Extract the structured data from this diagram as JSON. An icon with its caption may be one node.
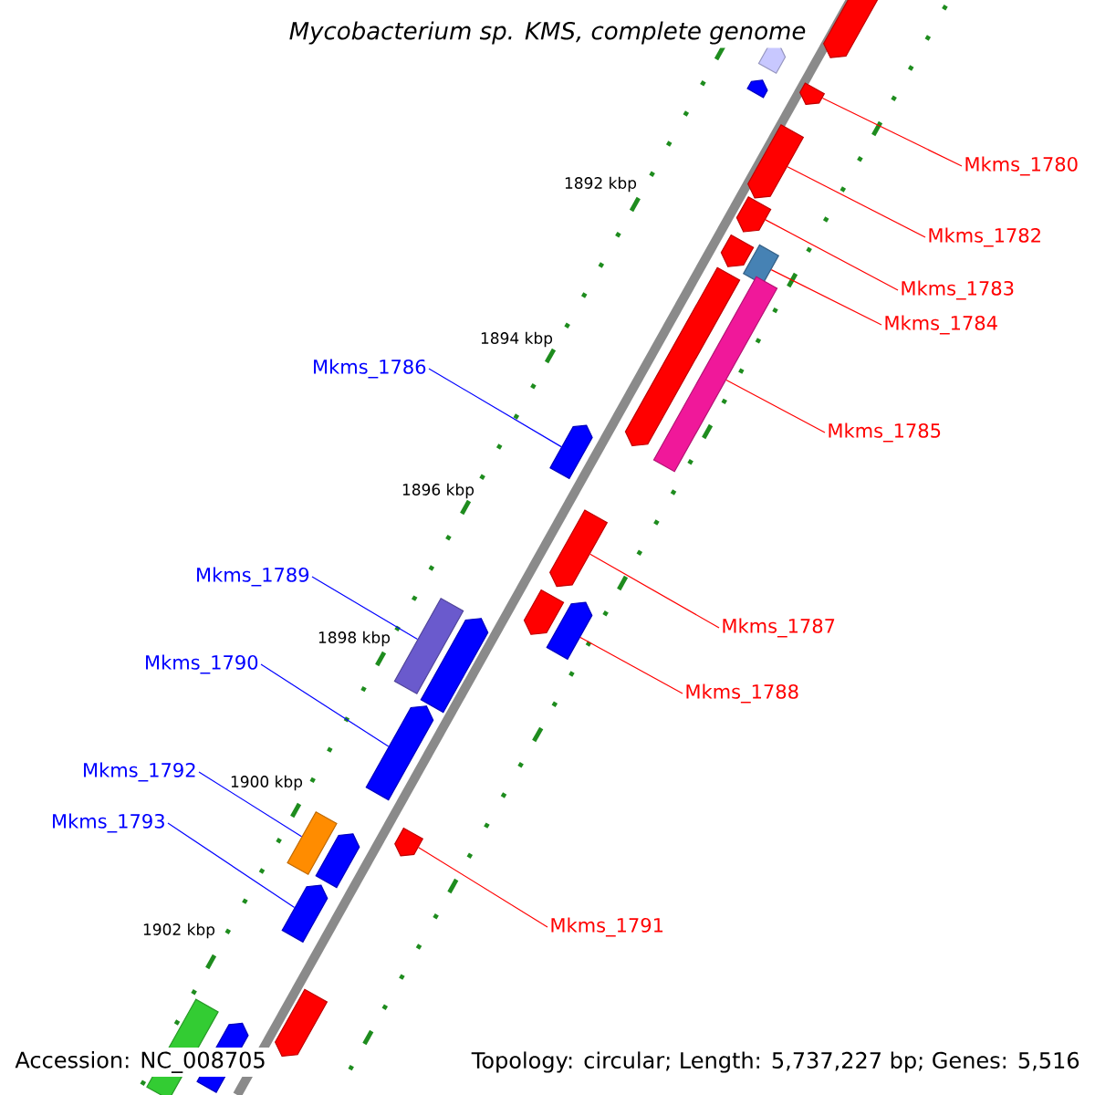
{
  "diagram": {
    "title": "Mycobacterium sp. KMS, complete genome",
    "nodes": [
      {
        "text": [
          "Mkms_1780"
        ]
      },
      {
        "text": [
          "Mkms_1782"
        ]
      },
      {
        "text": [
          "Mkms_1783"
        ]
      },
      {
        "text": [
          "Mkms_1784"
        ]
      },
      {
        "text": [
          "Mkms_1786"
        ]
      },
      {
        "text": [
          "Mkms_1785"
        ]
      },
      {
        "text": [
          "Mkms_1789"
        ]
      },
      {
        "text": [
          "Mkms_1787"
        ]
      },
      {
        "text": [
          "Mkms_1790"
        ]
      },
      {
        "text": [
          "Mkms_1788"
        ]
      },
      {
        "text": [
          "Mkms_1792"
        ]
      },
      {
        "text": [
          "Mkms_1793"
        ]
      },
      {
        "text": [
          "Mkms_1791"
        ]
      },
      {
        "text": [],
        "shape": "bar"
      },
      {
        "text": [],
        "shape": "bar"
      },
      {
        "text": [],
        "shape": "bar"
      },
      {
        "text": [],
        "shape": "bar"
      },
      {
        "text": [],
        "shape": "bar"
      },
      {
        "text": [],
        "shape": "bar"
      },
      {
        "text": [],
        "shape": "bar"
      },
      {
        "text": [],
        "shape": "bar"
      },
      {
        "text": [],
        "shape": "bar"
      },
      {
        "text": [],
        "shape": "bar"
      },
      {
        "text": [],
        "shape": "bar"
      },
      {
        "text": [],
        "shape": "bar"
      },
      {
        "text": [],
        "shape": "bar"
      },
      {
        "text": [],
        "shape": "bar"
      },
      {
        "text": [],
        "shape": "bar"
      },
      {
        "text": [],
        "shape": "bar"
      },
      {
        "text": [],
        "shape": "bar"
      },
      {
        "text": [],
        "shape": "bar"
      },
      {
        "text": [],
        "shape": "bar"
      },
      {
        "text": [],
        "shape": "bar"
      },
      {
        "text": [],
        "shape": "bar"
      },
      {
        "text": [],
        "shape": "bar"
      },
      {
        "text": [],
        "shape": "bar"
      },
      {
        "text": [],
        "shape": "bar"
      }
    ],
    "edges": [
      {
        "from": 0,
        "to": 16,
        "arrow": "none"
      },
      {
        "from": 1,
        "to": 17,
        "arrow": "none"
      },
      {
        "from": 2,
        "to": 18,
        "arrow": "none"
      },
      {
        "from": 3,
        "to": 20,
        "arrow": "none"
      },
      {
        "from": 4,
        "to": 23,
        "arrow": "none",
        "color": "#0000ff"
      },
      {
        "from": 5,
        "to": 22,
        "arrow": "none"
      },
      {
        "from": 6,
        "to": 27,
        "arrow": "none",
        "color": "#0000ff"
      },
      {
        "from": 7,
        "to": 24,
        "arrow": "none"
      },
      {
        "from": 8,
        "to": 29,
        "arrow": "none",
        "color": "#0000ff"
      },
      {
        "from": 9,
        "to": 26,
        "arrow": "none"
      },
      {
        "from": 10,
        "to": 30,
        "arrow": "none",
        "color": "#0000ff"
      },
      {
        "from": 11,
        "to": 33,
        "arrow": "none",
        "color": "#0000ff"
      },
      {
        "from": 12,
        "to": 32,
        "arrow": "none"
      }
    ],
    "labels": [
      "1892 kbp",
      "1894 kbp",
      "1896 kbp",
      "1898 kbp",
      "1900 kbp",
      "1902 kbp",
      "Accession: NC_008705",
      "Topology: circular; Length: 5,737,227 bp; Genes: 5,516"
    ]
  }
}
